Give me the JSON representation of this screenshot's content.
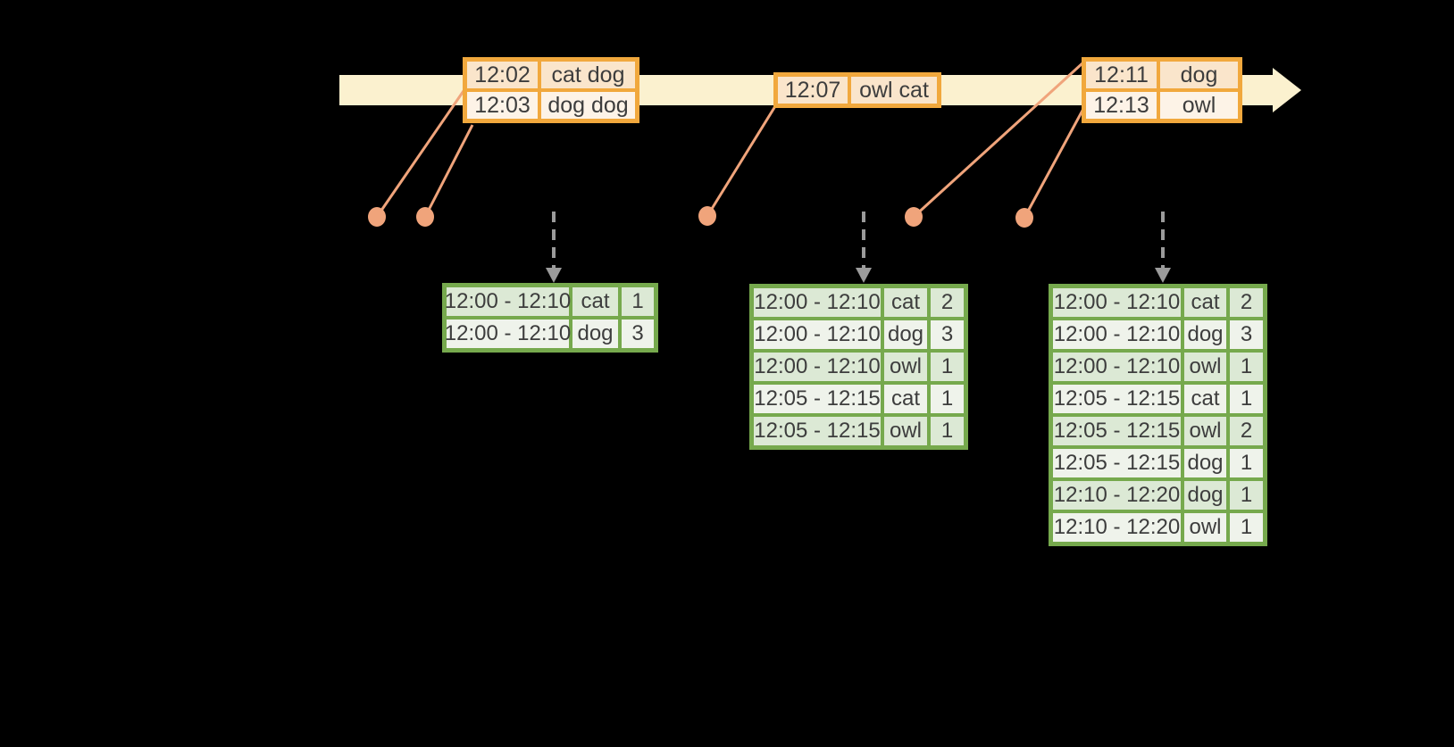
{
  "colors": {
    "background": "#000000",
    "timeline_fill": "#FBF1CF",
    "event_border": "#F1A83D",
    "event_row_peach": "#FAE5CB",
    "event_row_cream": "#FDF3E7",
    "connector_orange": "#F0A47B",
    "table_border": "#76A94D",
    "table_row_sage": "#DCE9D5",
    "table_row_cream": "#EFF3EB",
    "arrow_gray": "#9B9B9B",
    "text_dark": "#3D3D3D"
  },
  "timeline": {
    "events": [
      {
        "rows": [
          {
            "time": "12:02",
            "words": "cat dog"
          },
          {
            "time": "12:03",
            "words": "dog dog"
          }
        ]
      },
      {
        "rows": [
          {
            "time": "12:07",
            "words": "owl cat"
          }
        ]
      },
      {
        "rows": [
          {
            "time": "12:11",
            "words": "dog"
          },
          {
            "time": "12:13",
            "words": "owl"
          }
        ]
      }
    ]
  },
  "result_tables": [
    {
      "rows": [
        [
          "12:00 - 12:10",
          "cat",
          "1"
        ],
        [
          "12:00 - 12:10",
          "dog",
          "3"
        ]
      ]
    },
    {
      "rows": [
        [
          "12:00 - 12:10",
          "cat",
          "2"
        ],
        [
          "12:00 - 12:10",
          "dog",
          "3"
        ],
        [
          "12:00 - 12:10",
          "owl",
          "1"
        ],
        [
          "12:05 - 12:15",
          "cat",
          "1"
        ],
        [
          "12:05 - 12:15",
          "owl",
          "1"
        ]
      ]
    },
    {
      "rows": [
        [
          "12:00 - 12:10",
          "cat",
          "2"
        ],
        [
          "12:00 - 12:10",
          "dog",
          "3"
        ],
        [
          "12:00 - 12:10",
          "owl",
          "1"
        ],
        [
          "12:05 - 12:15",
          "cat",
          "1"
        ],
        [
          "12:05 - 12:15",
          "owl",
          "2"
        ],
        [
          "12:05 - 12:15",
          "dog",
          "1"
        ],
        [
          "12:10 - 12:20",
          "dog",
          "1"
        ],
        [
          "12:10 - 12:20",
          "owl",
          "1"
        ]
      ]
    }
  ]
}
